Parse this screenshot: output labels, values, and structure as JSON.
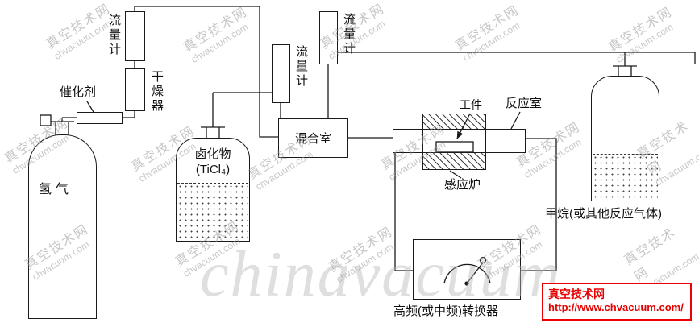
{
  "watermark": {
    "cjk": "真空技术网",
    "latin": "chvacuum.com",
    "large": "chinavacuum"
  },
  "badge": {
    "site": "真空技术网",
    "url": "http://www.chvacuum.com/"
  },
  "labels": {
    "hydrogen": "氢气",
    "flowmeter1": "流量计",
    "dryer": "干燥器",
    "catalyst": "催化剂",
    "halide": "卤化物",
    "halide_formula": "(TiCl₄)",
    "flowmeter2": "流量计",
    "flowmeter3": "流量计",
    "mixing_chamber": "混合室",
    "workpiece": "工件",
    "reaction_chamber": "反应室",
    "induction_furnace": "感应炉",
    "methane": "甲烷(或其他反应气体)",
    "converter": "高频(或中频)转换器"
  },
  "colors": {
    "line": "#1a1a1a",
    "badge_red": "#e60000",
    "watermark_gray": "#9a9a9a"
  }
}
